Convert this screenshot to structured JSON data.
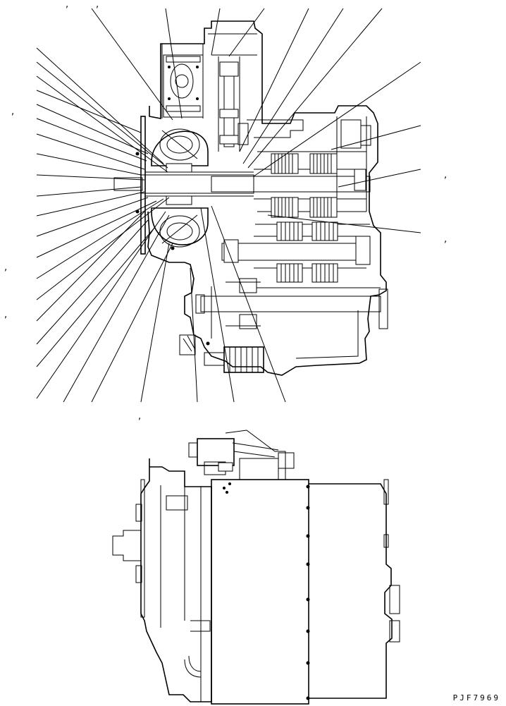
{
  "drawing": {
    "code": "PJF7969",
    "callout_separator": ","
  },
  "views": [
    {
      "name": "sectional-view"
    },
    {
      "name": "exterior-view"
    }
  ]
}
